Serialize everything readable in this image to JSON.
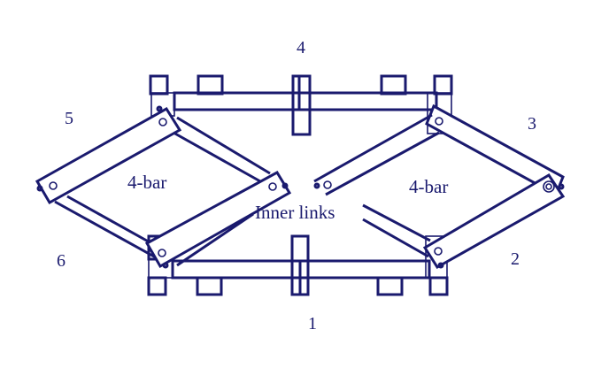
{
  "diagram": {
    "colors": {
      "line": "#1a1a6e",
      "background": "#ffffff"
    },
    "labels": {
      "link_1": "1",
      "link_2": "2",
      "link_3": "3",
      "link_4": "4",
      "link_5": "5",
      "link_6": "6",
      "left_fourbar": "4-bar",
      "right_fourbar": "4-bar",
      "inner_links": "Inner links"
    }
  }
}
